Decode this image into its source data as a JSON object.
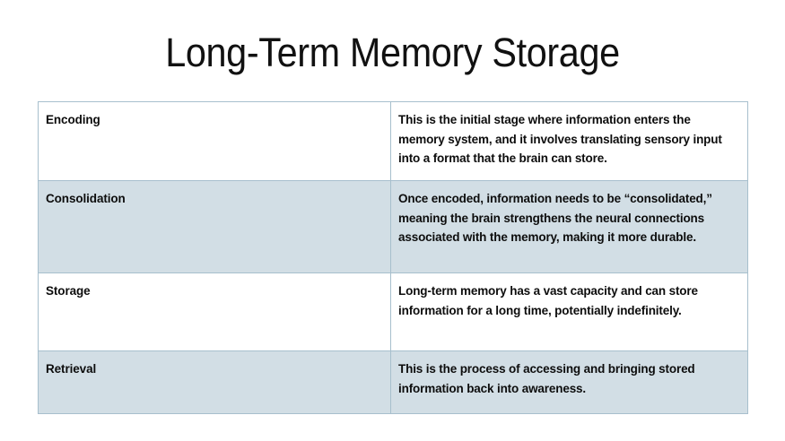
{
  "slide": {
    "title": "Long-Term Memory Storage",
    "background_color": "#ffffff",
    "title_color": "#111111"
  },
  "table": {
    "border_color": "#a7bfcd",
    "shaded_row_color": "#d2dee5",
    "plain_row_color": "#ffffff",
    "text_color": "#0d0d0d",
    "columns": [
      "term",
      "description"
    ],
    "rows": [
      {
        "shaded": false,
        "term": "Encoding",
        "description": "This is the initial stage where information enters the memory system, and it involves translating sensory input into a format that the brain can store."
      },
      {
        "shaded": true,
        "term": "Consolidation",
        "description": "Once encoded, information needs to be “consolidated,” meaning the brain strengthens the neural connections associated with the memory, making it more durable."
      },
      {
        "shaded": false,
        "term": "Storage",
        "description": "Long-term memory has a vast capacity and can store information for a long time, potentially indefinitely."
      },
      {
        "shaded": true,
        "term": "Retrieval",
        "description": "This is the process of accessing and bringing stored information back into awareness."
      }
    ]
  }
}
